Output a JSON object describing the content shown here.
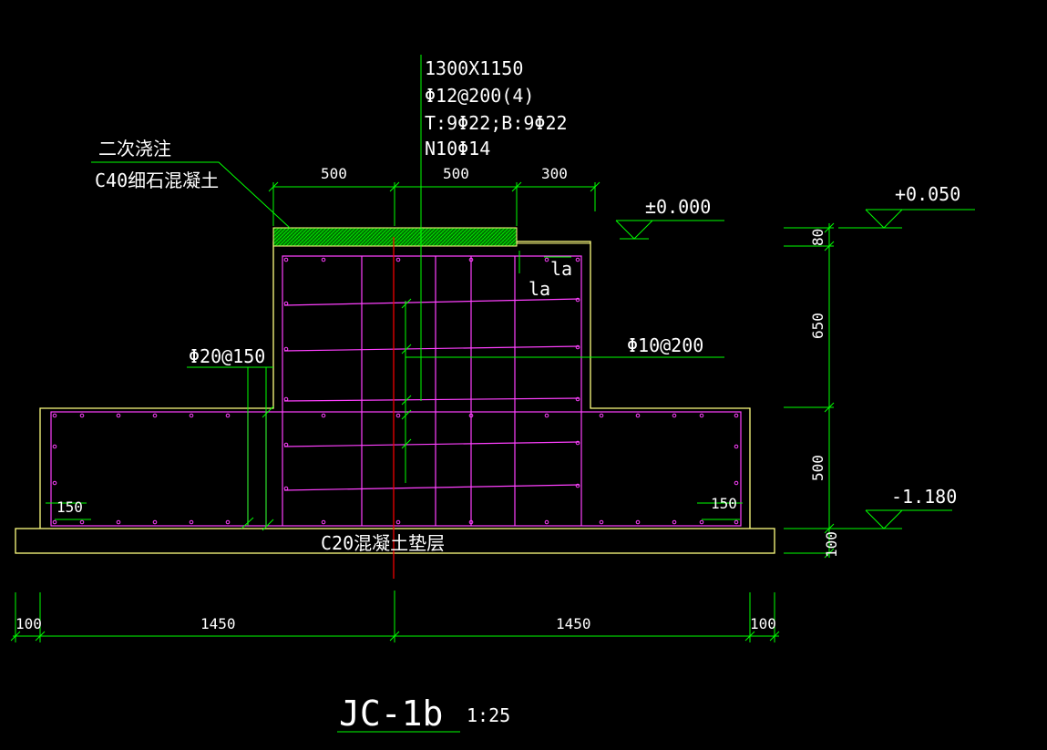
{
  "title": "JC-1b",
  "scale": "1:25",
  "pedestal_spec": [
    "1300X1150",
    "Φ12@200(4)",
    "T:9Φ22;B:9Φ22",
    "N10Φ14"
  ],
  "grout_note": [
    "二次浇注",
    "C40细石混凝土"
  ],
  "pad_label": "C20混凝土垫层",
  "rebar_side": "Φ20@150",
  "rebar_mesh": "Φ10@200",
  "anchor_label": "la",
  "cover_label": "150",
  "elevations": {
    "ground": "±0.000",
    "top": "+0.050",
    "bottom": "-1.180"
  },
  "dims_top": [
    "500",
    "500",
    "300"
  ],
  "dims_bottom": [
    "100",
    "1450",
    "1450",
    "100"
  ],
  "dims_right": [
    "80",
    "650",
    "500",
    "100"
  ],
  "colors": {
    "background": "#000000",
    "outline": "#ffff80",
    "rebar": "#ff40ff",
    "dimension": "#00ff00",
    "text": "#ffffff",
    "centerline": "#ff0000",
    "grout": "#00cc00"
  }
}
